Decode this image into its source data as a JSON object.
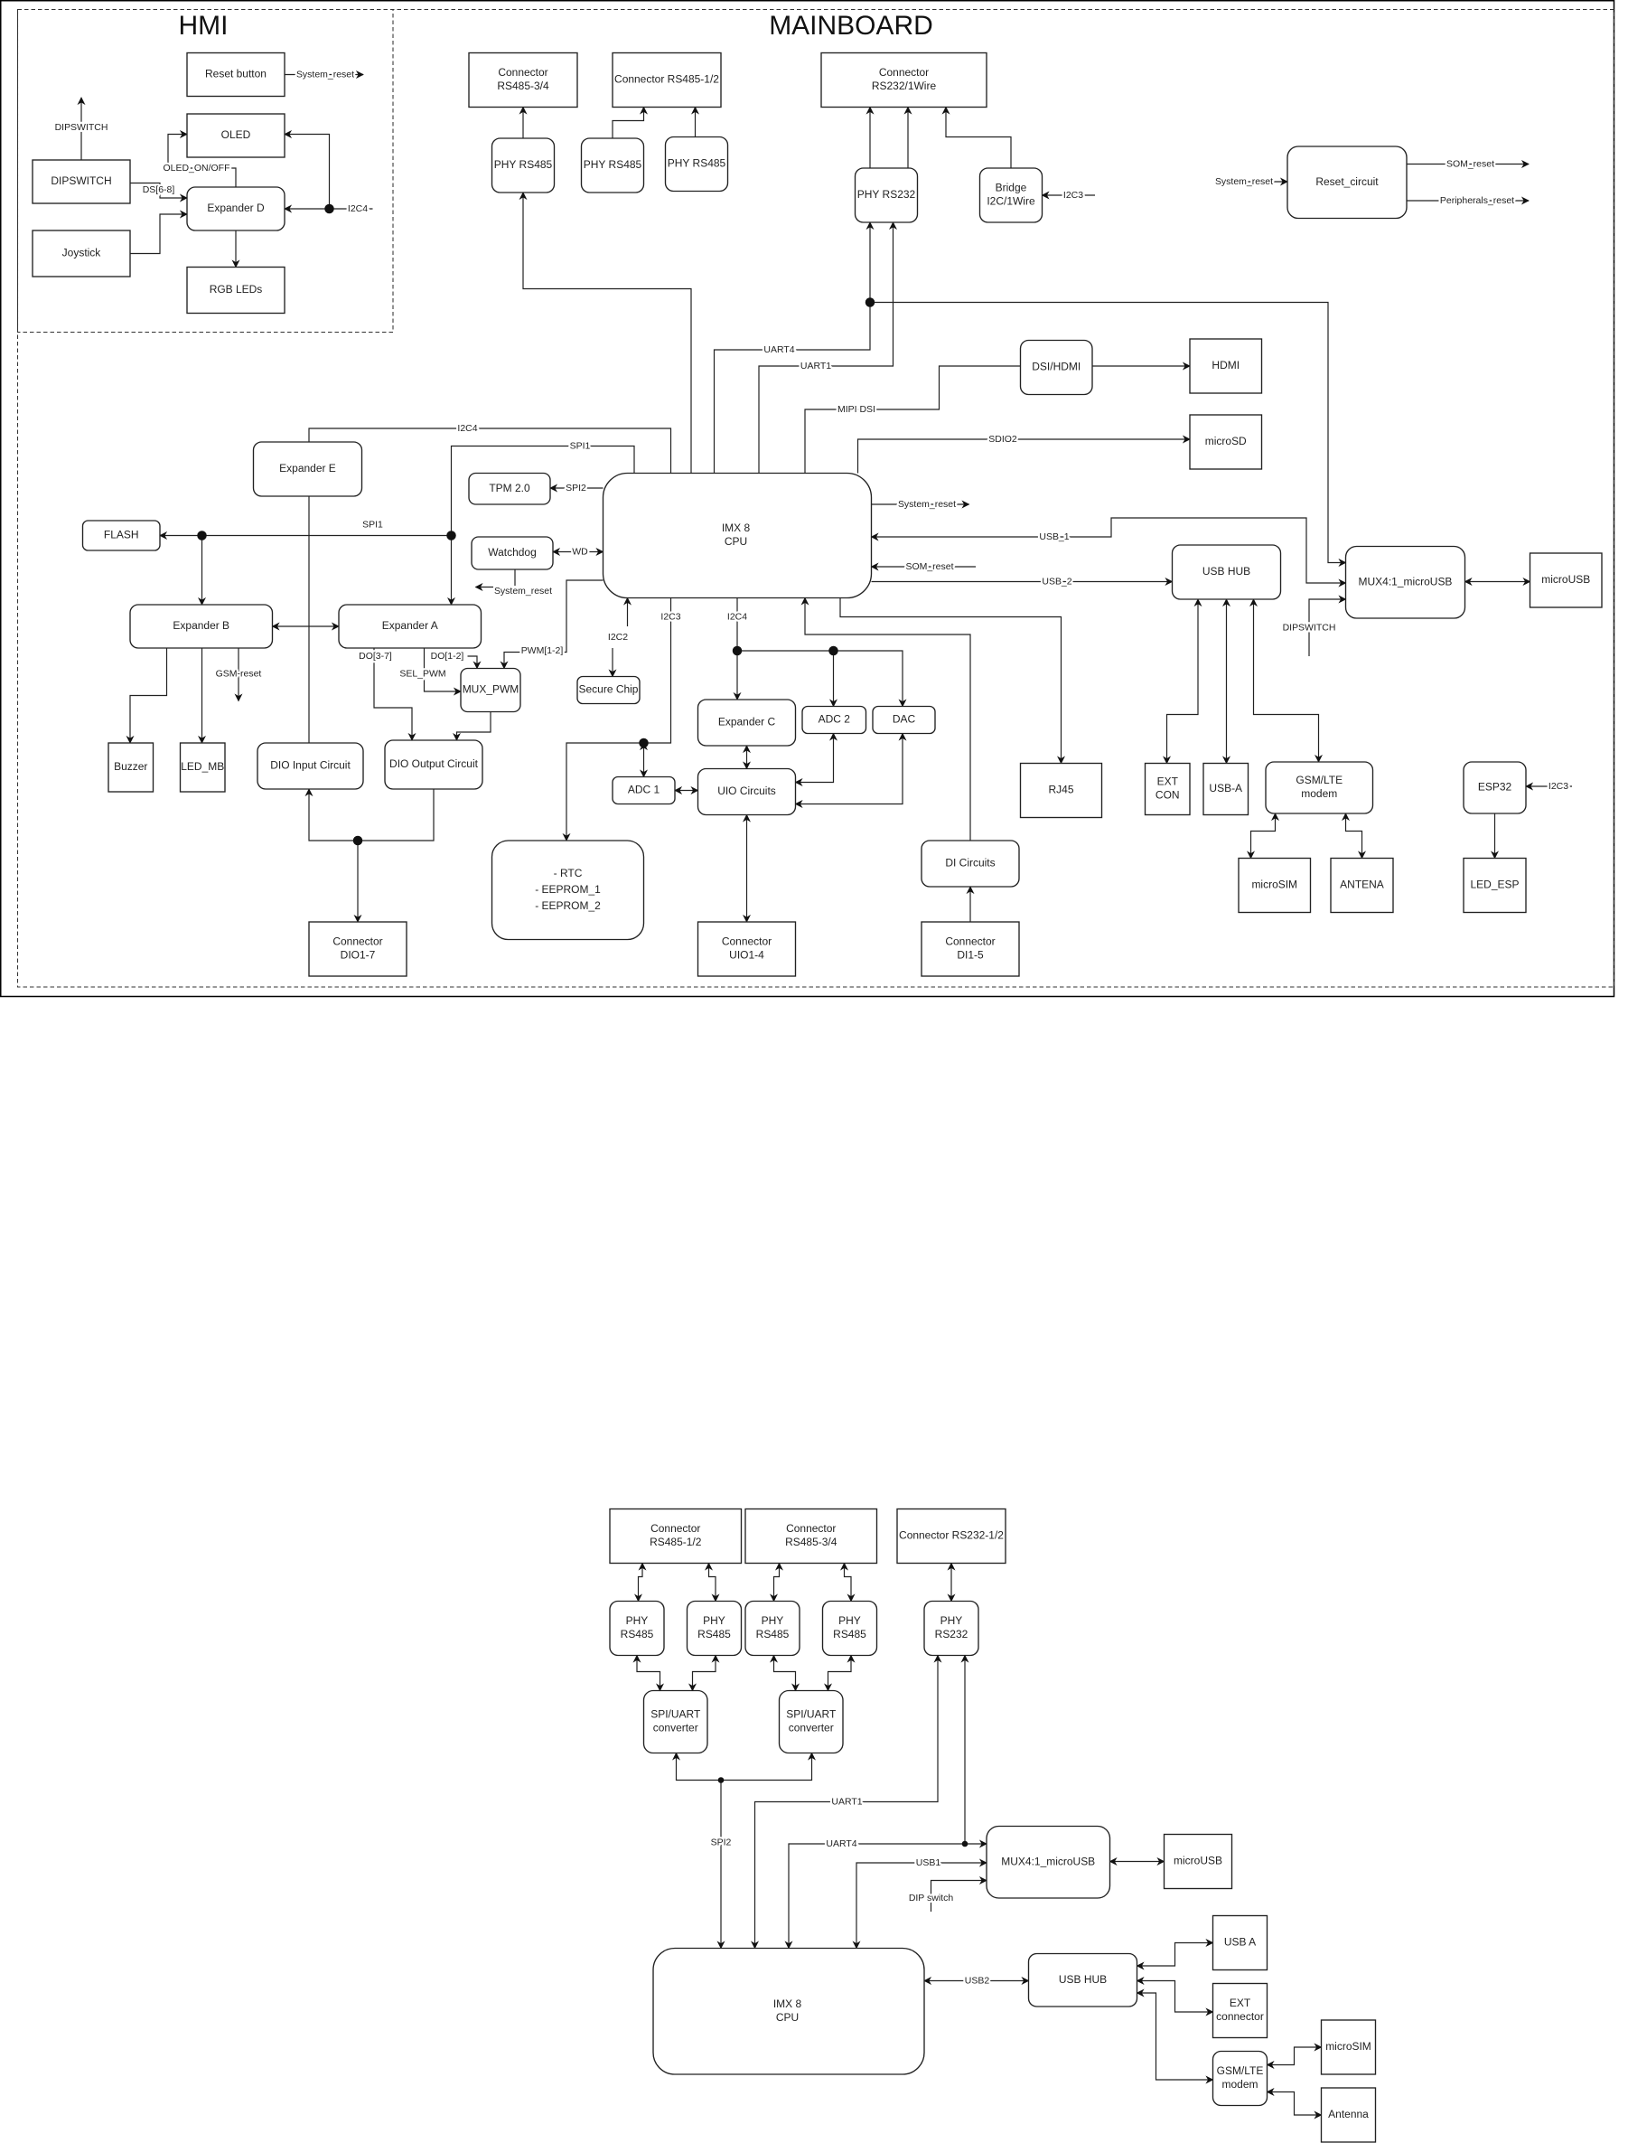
{
  "titles": {
    "hmi": "HMI",
    "mainboard": "MAINBOARD"
  },
  "top_diagram": {
    "boxes": {
      "hmi_reset_button": [
        "Reset button"
      ],
      "hmi_oled": [
        "OLED"
      ],
      "hmi_dipswitch": [
        "DIPSWITCH"
      ],
      "hmi_expander_d": [
        "Expander D"
      ],
      "hmi_joystick": [
        "Joystick"
      ],
      "hmi_rgb_leds": [
        "RGB LEDs"
      ],
      "conn_rs485_34": [
        "Connector",
        "RS485-3/4"
      ],
      "conn_rs485_12": [
        "Connector RS485-1/2"
      ],
      "phy_rs485_1": [
        "PHY RS485"
      ],
      "phy_rs485_2": [
        "PHY RS485"
      ],
      "phy_rs485_3": [
        "PHY RS485"
      ],
      "conn_rs232_1wire": [
        "Connector",
        "RS232/1Wire"
      ],
      "phy_rs232": [
        "PHY RS232"
      ],
      "bridge": [
        "Bridge",
        "I2C/1Wire"
      ],
      "reset_circuit": [
        "Reset_circuit"
      ],
      "dsi_hdmi": [
        "DSI/HDMI"
      ],
      "hdmi": [
        "HDMI"
      ],
      "microsd": [
        "microSD"
      ],
      "cpu": [
        "IMX 8",
        "CPU"
      ],
      "tpm": [
        "TPM 2.0"
      ],
      "watchdog": [
        "Watchdog"
      ],
      "expander_e": [
        "Expander E"
      ],
      "flash": [
        "FLASH"
      ],
      "expander_b": [
        "Expander B"
      ],
      "expander_a": [
        "Expander A"
      ],
      "buzzer": [
        "Buzzer"
      ],
      "led_mb": [
        "LED_MB"
      ],
      "dio_input": [
        "DIO Input Circuit"
      ],
      "dio_output": [
        "DIO Output Circuit"
      ],
      "mux_pwm": [
        "MUX_PWM"
      ],
      "secure_chip": [
        "Secure Chip"
      ],
      "expander_c": [
        "Expander C"
      ],
      "adc2": [
        "ADC 2"
      ],
      "dac": [
        "DAC"
      ],
      "uio": [
        "UIO Circuits"
      ],
      "adc1": [
        "ADC 1"
      ],
      "rtc": [
        "- RTC",
        "- EEPROM_1",
        "- EEPROM_2"
      ],
      "conn_dio": [
        "Connector",
        "DIO1-7"
      ],
      "conn_uio": [
        "Connector",
        "UIO1-4"
      ],
      "di_circuits": [
        "DI Circuits"
      ],
      "conn_di": [
        "Connector",
        "DI1-5"
      ],
      "rj45": [
        "RJ45"
      ],
      "usb_hub": [
        "USB HUB"
      ],
      "mux_microusb": [
        "MUX4:1_microUSB"
      ],
      "microusb": [
        "microUSB"
      ],
      "ext_con": [
        "EXT",
        "CON"
      ],
      "usb_a": [
        "USB-A"
      ],
      "gsm": [
        "GSM/LTE",
        "modem"
      ],
      "microsim": [
        "microSIM"
      ],
      "antena": [
        "ANTENA"
      ],
      "esp32": [
        "ESP32"
      ],
      "led_esp": [
        "LED_ESP"
      ]
    },
    "signals": {
      "hmi_system_reset": "System_reset",
      "hmi_dipswitch_out": "DIPSWITCH",
      "ds": "DS[6-8]",
      "oled_on_off": "OLED_ON/OFF",
      "hmi_i2c4": "I2C4",
      "bridge_i2c3": "I2C3",
      "uart4": "UART4",
      "uart1": "UART1",
      "mipi_dsi": "MIPI DSI",
      "sdio2": "SDIO2",
      "rc_system_reset": "System_reset",
      "som_reset_out": "SOM_reset",
      "peripherals_reset": "Peripherals_reset",
      "cpu_system_reset": "System_reset",
      "usb_1": "USB_1",
      "mux_dipswitch": "DIPSWITCH",
      "som_reset_in": "SOM_reset",
      "usb_2": "USB_2",
      "esp_i2c3": "I2C3",
      "i2c4_bottom": "I2C4",
      "i2c3": "I2C3",
      "i2c2": "I2C2",
      "spi2": "SPI2",
      "wd": "WD",
      "wd_system_reset": "System_reset",
      "pwm": "PWM[1-2]",
      "spi1_top": "SPI1",
      "spi1": "SPI1",
      "i2c4_top": "I2C4",
      "gsm_reset": "GSM-reset",
      "do_3_7": "DO[3-7]",
      "sel_pwm": "SEL_PWM",
      "do_1_2": "DO[1-2]"
    }
  },
  "bottom_diagram": {
    "boxes": {
      "conn_rs485_12": [
        "Connector",
        "RS485-1/2"
      ],
      "conn_rs485_34": [
        "Connector",
        "RS485-3/4"
      ],
      "conn_rs232": [
        "Connector RS232-1/2"
      ],
      "phy_rs485_1": [
        "PHY",
        "RS485"
      ],
      "phy_rs485_2": [
        "PHY",
        "RS485"
      ],
      "phy_rs485_3": [
        "PHY",
        "RS485"
      ],
      "phy_rs485_4": [
        "PHY",
        "RS485"
      ],
      "phy_rs232": [
        "PHY",
        "RS232"
      ],
      "converter_1": [
        "SPI/UART",
        "converter"
      ],
      "converter_2": [
        "SPI/UART",
        "converter"
      ],
      "mux_microusb": [
        "MUX4:1_microUSB"
      ],
      "microusb": [
        "microUSB"
      ],
      "cpu": [
        "IMX 8",
        "CPU"
      ],
      "usb_hub": [
        "USB HUB"
      ],
      "usb_a": [
        "USB A"
      ],
      "ext_connector": [
        "EXT",
        "connector"
      ],
      "gsm": [
        "GSM/LTE",
        "modem"
      ],
      "microsim": [
        "microSIM"
      ],
      "antenna": [
        "Antenna"
      ]
    },
    "signals": {
      "spi2": "SPI2",
      "uart1": "UART1",
      "uart4": "UART4",
      "usb1": "USB1",
      "dip_switch": "DIP switch",
      "usb2": "USB2"
    }
  }
}
